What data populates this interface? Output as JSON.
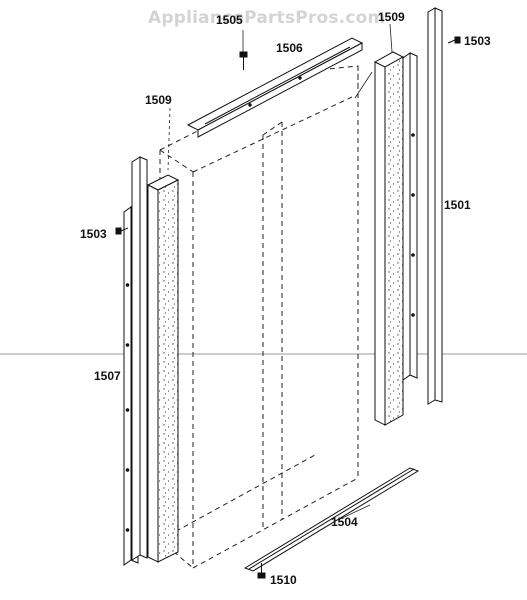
{
  "watermark": "AppliancePartsPros.com",
  "labels": {
    "p1501": "1501",
    "p1503_right": "1503",
    "p1503_left": "1503",
    "p1504": "1504",
    "p1505": "1505",
    "p1506": "1506",
    "p1507": "1507",
    "p1509_left": "1509",
    "p1509_right": "1509",
    "p1510": "1510"
  }
}
